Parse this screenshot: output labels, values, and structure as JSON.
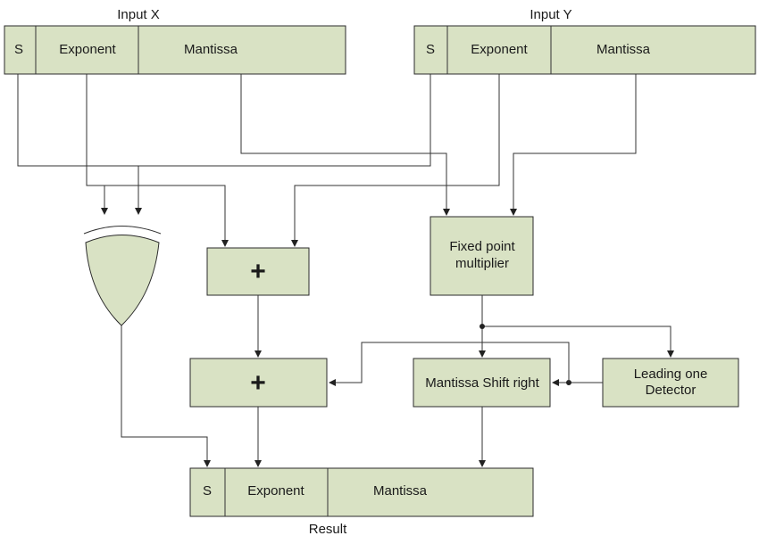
{
  "input_x": {
    "title": "Input X",
    "sign": "S",
    "exponent": "Exponent",
    "mantissa": "Mantissa"
  },
  "input_y": {
    "title": "Input Y",
    "sign": "S",
    "exponent": "Exponent",
    "mantissa": "Mantissa"
  },
  "adder_top": {
    "symbol": "+"
  },
  "adder_bottom": {
    "symbol": "+"
  },
  "multiplier": {
    "line1": "Fixed point",
    "line2": "multiplier"
  },
  "shifter": {
    "label": "Mantissa Shift right"
  },
  "detector": {
    "line1": "Leading one",
    "line2": "Detector"
  },
  "result": {
    "title": "Result",
    "sign": "S",
    "exponent": "Exponent",
    "mantissa": "Mantissa"
  },
  "colors": {
    "block_fill": "#d9e2c4",
    "stroke": "#2b2b2b",
    "wire": "#333333"
  }
}
